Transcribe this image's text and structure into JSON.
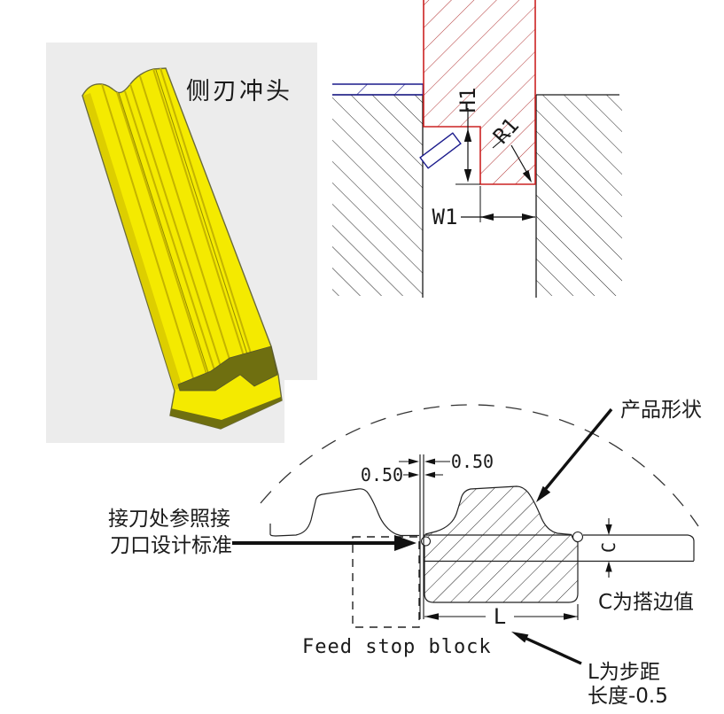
{
  "colors": {
    "background": "#ffffff",
    "model_background": "#ececec",
    "punch_yellow": "#f4ea00",
    "punch_shadow_olive": "#6f6f10",
    "punch_outline_red": "#cc2222",
    "hatch_red": "#b23333",
    "strip_blue": "#1a1a8c",
    "line_black": "#1a1a1a"
  },
  "model": {
    "caption": "侧刃冲头"
  },
  "section": {
    "height_label": "H1",
    "radius_label": "R1",
    "width_label": "W1"
  },
  "strip_layout": {
    "overlap_left": "0.50",
    "overlap_right": "0.50",
    "product_shape_label": "产品形状",
    "joint_note": {
      "line1": "接刀处参照接",
      "line2": "刀口设计标准"
    },
    "feed_stop_label": "Feed stop block",
    "margin_letter": "C",
    "margin_note": "C为搭边值",
    "pitch_letter": "L",
    "pitch_note": {
      "line1": "L为步距",
      "line2": "长度-0.5"
    }
  }
}
